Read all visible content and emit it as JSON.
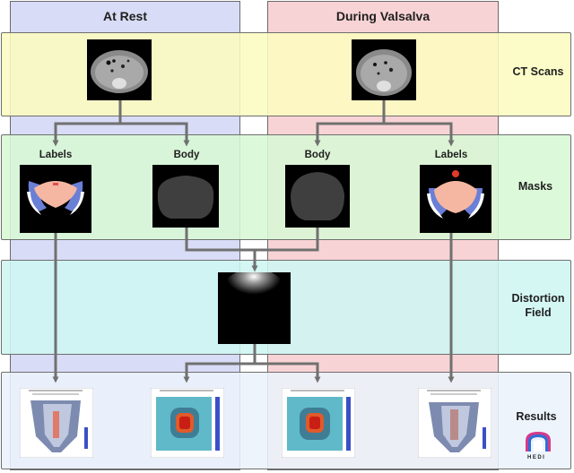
{
  "columns": {
    "rest": "At Rest",
    "valsalva": "During Valsalva"
  },
  "bands": {
    "ct": "CT Scans",
    "masks": "Masks",
    "distortion_line1": "Distortion",
    "distortion_line2": "Field",
    "results": "Results"
  },
  "masks": {
    "labels_left": "Labels",
    "body_left": "Body",
    "body_right": "Body",
    "labels_right": "Labels"
  },
  "logo": {
    "text": "HEDI"
  },
  "colors": {
    "rest_column": "#d9dcf6",
    "valsalva_column": "#f8d3d5",
    "ct_band": "#fcfcc0",
    "masks_band": "#d7f8d5",
    "distortion_band": "#cef6f2",
    "results_band": "#ebf2fc",
    "arrow": "#707070"
  }
}
